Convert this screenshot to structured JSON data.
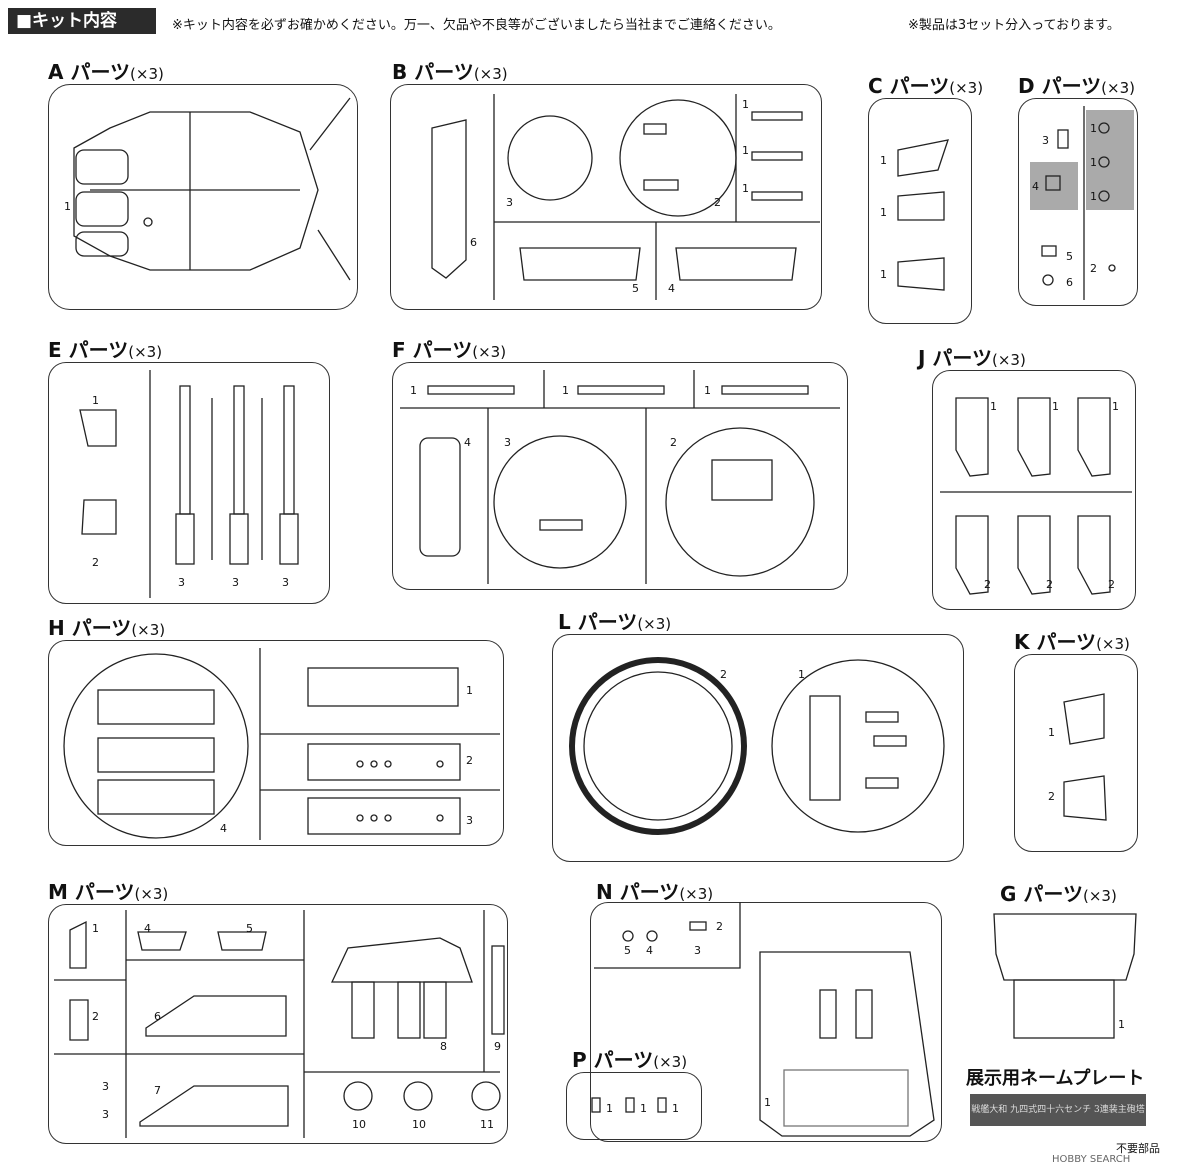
{
  "header": {
    "section": "■キット内容",
    "note": "※キット内容を必ずお確かめください。万一、欠品や不良等がございましたら当社までご連絡ください。",
    "note2": "※製品は3セット分入っております。"
  },
  "groups": [
    {
      "key": "A",
      "title": "A パーツ",
      "mult": "(×3)",
      "labels": [
        "1"
      ]
    },
    {
      "key": "B",
      "title": "B パーツ",
      "mult": "(×3)",
      "labels": [
        "1",
        "1",
        "1",
        "2",
        "3",
        "4",
        "5",
        "6"
      ]
    },
    {
      "key": "C",
      "title": "C パーツ",
      "mult": "(×3)",
      "labels": [
        "1",
        "1",
        "1"
      ]
    },
    {
      "key": "D",
      "title": "D パーツ",
      "mult": "(×3)",
      "labels": [
        "1",
        "1",
        "1",
        "2",
        "3",
        "4",
        "5",
        "6"
      ]
    },
    {
      "key": "E",
      "title": "E パーツ",
      "mult": "(×3)",
      "labels": [
        "1",
        "2",
        "3",
        "3",
        "3"
      ]
    },
    {
      "key": "F",
      "title": "F パーツ",
      "mult": "(×3)",
      "labels": [
        "1",
        "1",
        "1",
        "2",
        "3",
        "4"
      ]
    },
    {
      "key": "J",
      "title": "J パーツ",
      "mult": "(×3)",
      "labels": [
        "1",
        "1",
        "1",
        "2",
        "2",
        "2"
      ]
    },
    {
      "key": "H",
      "title": "H パーツ",
      "mult": "(×3)",
      "labels": [
        "1",
        "2",
        "3",
        "4"
      ]
    },
    {
      "key": "L",
      "title": "L パーツ",
      "mult": "(×3)",
      "labels": [
        "1",
        "2"
      ]
    },
    {
      "key": "K",
      "title": "K パーツ",
      "mult": "(×3)",
      "labels": [
        "1",
        "2"
      ]
    },
    {
      "key": "M",
      "title": "M パーツ",
      "mult": "(×3)",
      "labels": [
        "1",
        "2",
        "3",
        "3",
        "4",
        "5",
        "6",
        "7",
        "8",
        "9",
        "10",
        "10",
        "11"
      ]
    },
    {
      "key": "N",
      "title": "N パーツ",
      "mult": "(×3)",
      "labels": [
        "1",
        "2",
        "3",
        "4",
        "5"
      ]
    },
    {
      "key": "G",
      "title": "G パーツ",
      "mult": "(×3)",
      "labels": [
        "1"
      ]
    },
    {
      "key": "P",
      "title": "P パーツ",
      "mult": "(×3)",
      "labels": [
        "1",
        "1",
        "1"
      ]
    }
  ],
  "plate": {
    "title": "展示用ネームプレート",
    "text": "戦艦大和 九四式四十六センチ 3連装主砲塔",
    "unneeded": "不要部品"
  },
  "watermark": "HOBBY SEARCH"
}
